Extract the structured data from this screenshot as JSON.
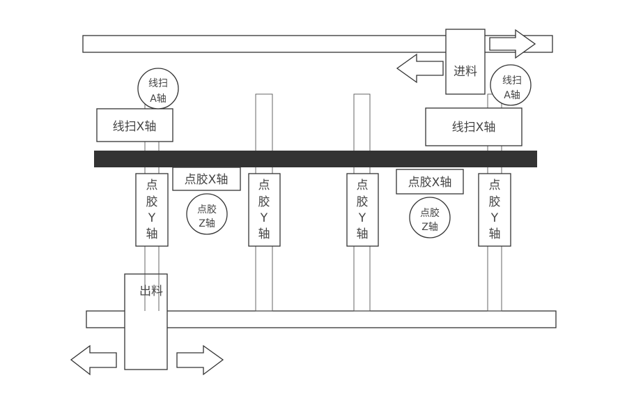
{
  "labels": {
    "feed_in": "进料",
    "feed_out": "出料",
    "line_scan_x_left": "线扫X轴",
    "line_scan_x_right": "线扫X轴",
    "line_scan_a_left": [
      "线扫",
      "A轴"
    ],
    "line_scan_a_right": [
      "线扫",
      "A轴"
    ],
    "dispense_x_left": "点胶X轴",
    "dispense_x_right": "点胶X轴",
    "dispense_z_left": [
      "点胶",
      "Z轴"
    ],
    "dispense_z_right": [
      "点胶",
      "Z轴"
    ],
    "dispense_y_1": [
      "点",
      "胶",
      "Y",
      "轴"
    ],
    "dispense_y_2": [
      "点",
      "胶",
      "Y",
      "轴"
    ],
    "dispense_y_3": [
      "点",
      "胶",
      "Y",
      "轴"
    ],
    "dispense_y_4": [
      "点",
      "胶",
      "Y",
      "轴"
    ]
  },
  "colors": {
    "beam": "#333333",
    "stroke": "#333333",
    "text": "#444444",
    "background": "#ffffff"
  }
}
